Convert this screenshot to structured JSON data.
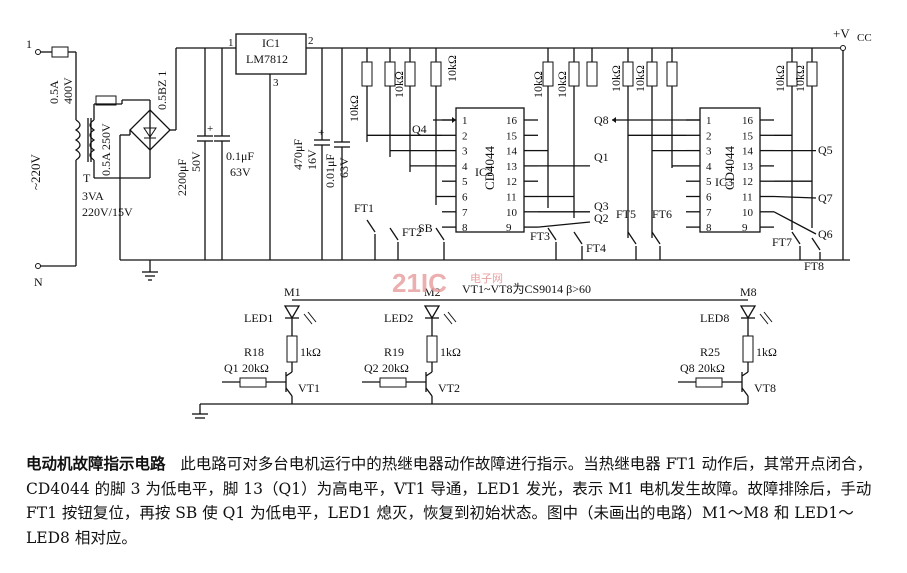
{
  "diagram": {
    "ic1": {
      "name": "IC1",
      "part": "LM7812",
      "pin1": "1",
      "pin2": "2",
      "pin3": "3"
    },
    "ic2": {
      "name": "IC2",
      "part": "CD4044",
      "pins_left": [
        "1",
        "2",
        "3",
        "4",
        "5",
        "6",
        "7",
        "8"
      ],
      "pins_right": [
        "16",
        "15",
        "14",
        "13",
        "12",
        "11",
        "10",
        "9"
      ]
    },
    "ic3": {
      "name": "IC3",
      "part": "CD4044",
      "pins_left": [
        "1",
        "2",
        "3",
        "4",
        "5",
        "6",
        "7",
        "8"
      ],
      "pins_right": [
        "16",
        "15",
        "14",
        "13",
        "12",
        "11",
        "10",
        "9"
      ]
    },
    "vcc": "+V",
    "vcc_sub": "CC",
    "input": {
      "terminal1": "1",
      "neutral": "N",
      "voltage": "~220V",
      "fuse": "0.5A\n400V"
    },
    "transformer": {
      "name": "T",
      "rating1": "3VA",
      "rating2": "220V/15V",
      "fuse2": "0.5A 250V"
    },
    "bridge": "0.5BZ 1",
    "caps": {
      "c1": "2200μF",
      "c1v": "50V",
      "c2": "0.1μF",
      "c2v": "63V",
      "c3": "470μF",
      "c3v": "16V",
      "c4": "0.01μF",
      "c4v": "63V"
    },
    "resistors": {
      "r10k": "10kΩ",
      "r1k": "1kΩ",
      "r18": "R18",
      "r19": "R19",
      "r25": "R25",
      "r20k": "20kΩ"
    },
    "switches": [
      "FT1",
      "FT2",
      "SB",
      "FT3",
      "FT4",
      "FT5",
      "FT6",
      "FT7",
      "FT8"
    ],
    "ic2_nets": {
      "q4": "Q4",
      "q1": "Q1",
      "q3": "Q3",
      "q2": "Q2"
    },
    "ic3_nets": {
      "q8": "Q8",
      "q5": "Q5",
      "q7": "Q7",
      "q6": "Q6"
    },
    "note": "VT1~VT8为CS9014  β>60",
    "motors": [
      "M1",
      "M2",
      "M8"
    ],
    "leds": [
      "LED1",
      "LED2",
      "LED8"
    ],
    "drivers": [
      {
        "q": "Q1",
        "r": "R18",
        "r_val": "20kΩ",
        "vt": "VT1"
      },
      {
        "q": "Q2",
        "r": "R19",
        "r_val": "20kΩ",
        "vt": "VT2"
      },
      {
        "q": "Q8",
        "r": "R25",
        "r_val": "20kΩ",
        "vt": "VT8"
      }
    ]
  },
  "watermark": {
    "brand": "21IC",
    "sub": "电子网"
  },
  "caption": {
    "title": "电动机故障指示电路",
    "body": "此电路可对多台电机运行中的热继电器动作故障进行指示。当热继电器 FT1 动作后，其常开点闭合，CD4044 的脚 3 为低电平，脚 13（Q1）为高电平，VT1 导通，LED1 发光，表示 M1 电机发生故障。故障排除后，手动 FT1 按钮复位，再按 SB 使 Q1 为低电平，LED1 熄灭，恢复到初始状态。图中（未画出的电路）M1～M8 和 LED1～LED8 相对应。"
  }
}
